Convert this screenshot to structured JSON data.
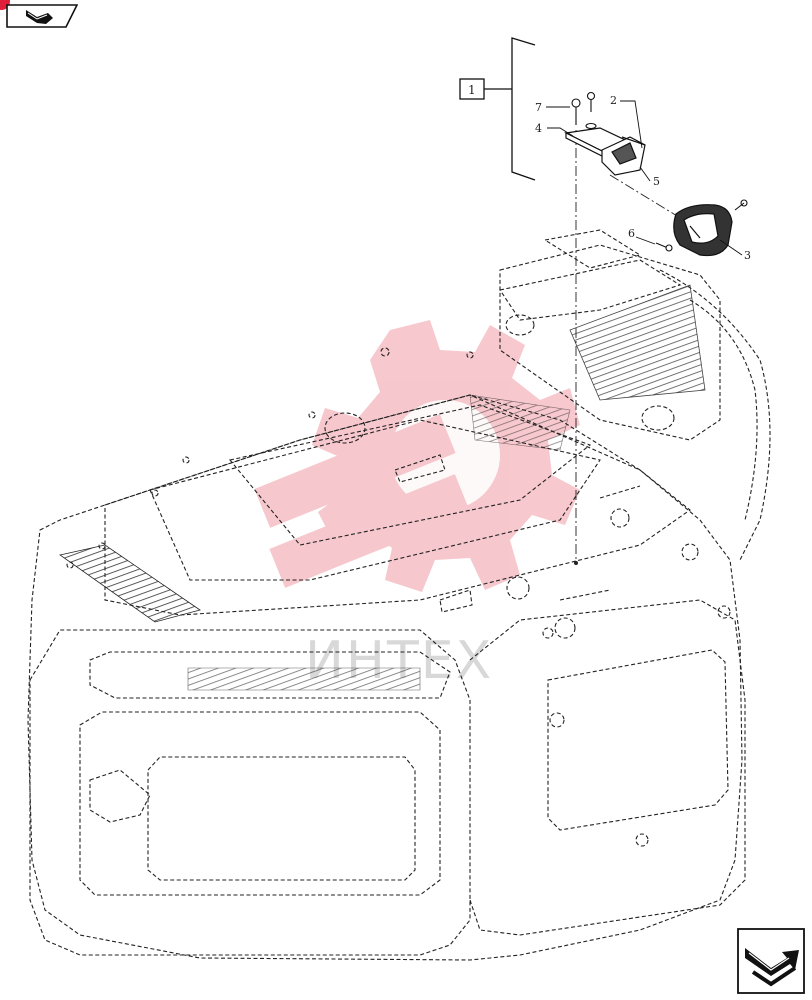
{
  "watermark": {
    "text": "ИНТЕХ",
    "color": "#e23a4a"
  },
  "group_box": {
    "label": "1"
  },
  "callouts": [
    "7",
    "4",
    "2",
    "5",
    "6",
    "3"
  ],
  "nav": {
    "top_icon": "page-turn-arrow-icon",
    "bottom_icon": "page-turn-arrow-icon",
    "accent_color": "#e0203a"
  }
}
